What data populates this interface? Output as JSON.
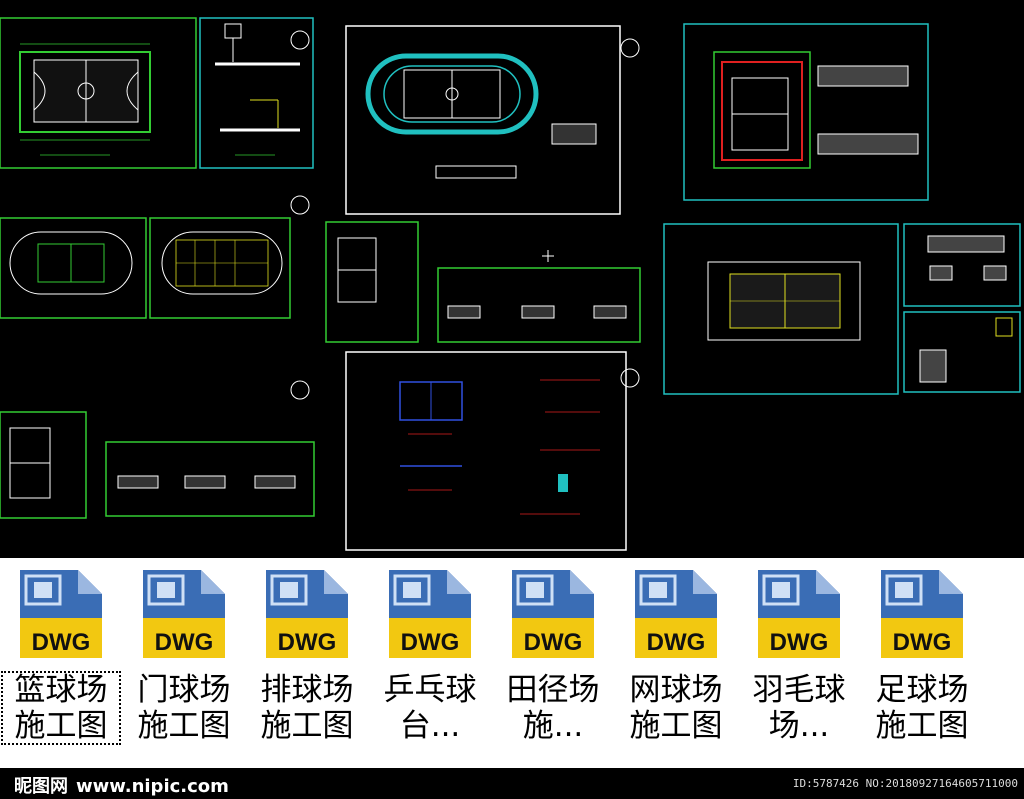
{
  "files": [
    {
      "badge": "DWG",
      "name": "篮球场施工图",
      "selected": true
    },
    {
      "badge": "DWG",
      "name": "门球场施工图",
      "selected": false
    },
    {
      "badge": "DWG",
      "name": "排球场施工图",
      "selected": false
    },
    {
      "badge": "DWG",
      "name": "乒乓球台...",
      "selected": false
    },
    {
      "badge": "DWG",
      "name": "田径场施...",
      "selected": false
    },
    {
      "badge": "DWG",
      "name": "网球场施工图",
      "selected": false
    },
    {
      "badge": "DWG",
      "name": "羽毛球场...",
      "selected": false
    },
    {
      "badge": "DWG",
      "name": "足球场施工图",
      "selected": false
    }
  ],
  "footer": {
    "site_cn": "昵图网",
    "site_url": "www.nipic.com",
    "image_id": "ID:5787426 NO:20180927164605711000"
  },
  "colors": {
    "cad_background": "#000000",
    "cad_green": "#33cc33",
    "cad_cyan": "#20c0c0",
    "cad_white": "#ffffff",
    "cad_red": "#e02020",
    "icon_yellow": "#f2c811",
    "icon_blue": "#3a6db5"
  }
}
